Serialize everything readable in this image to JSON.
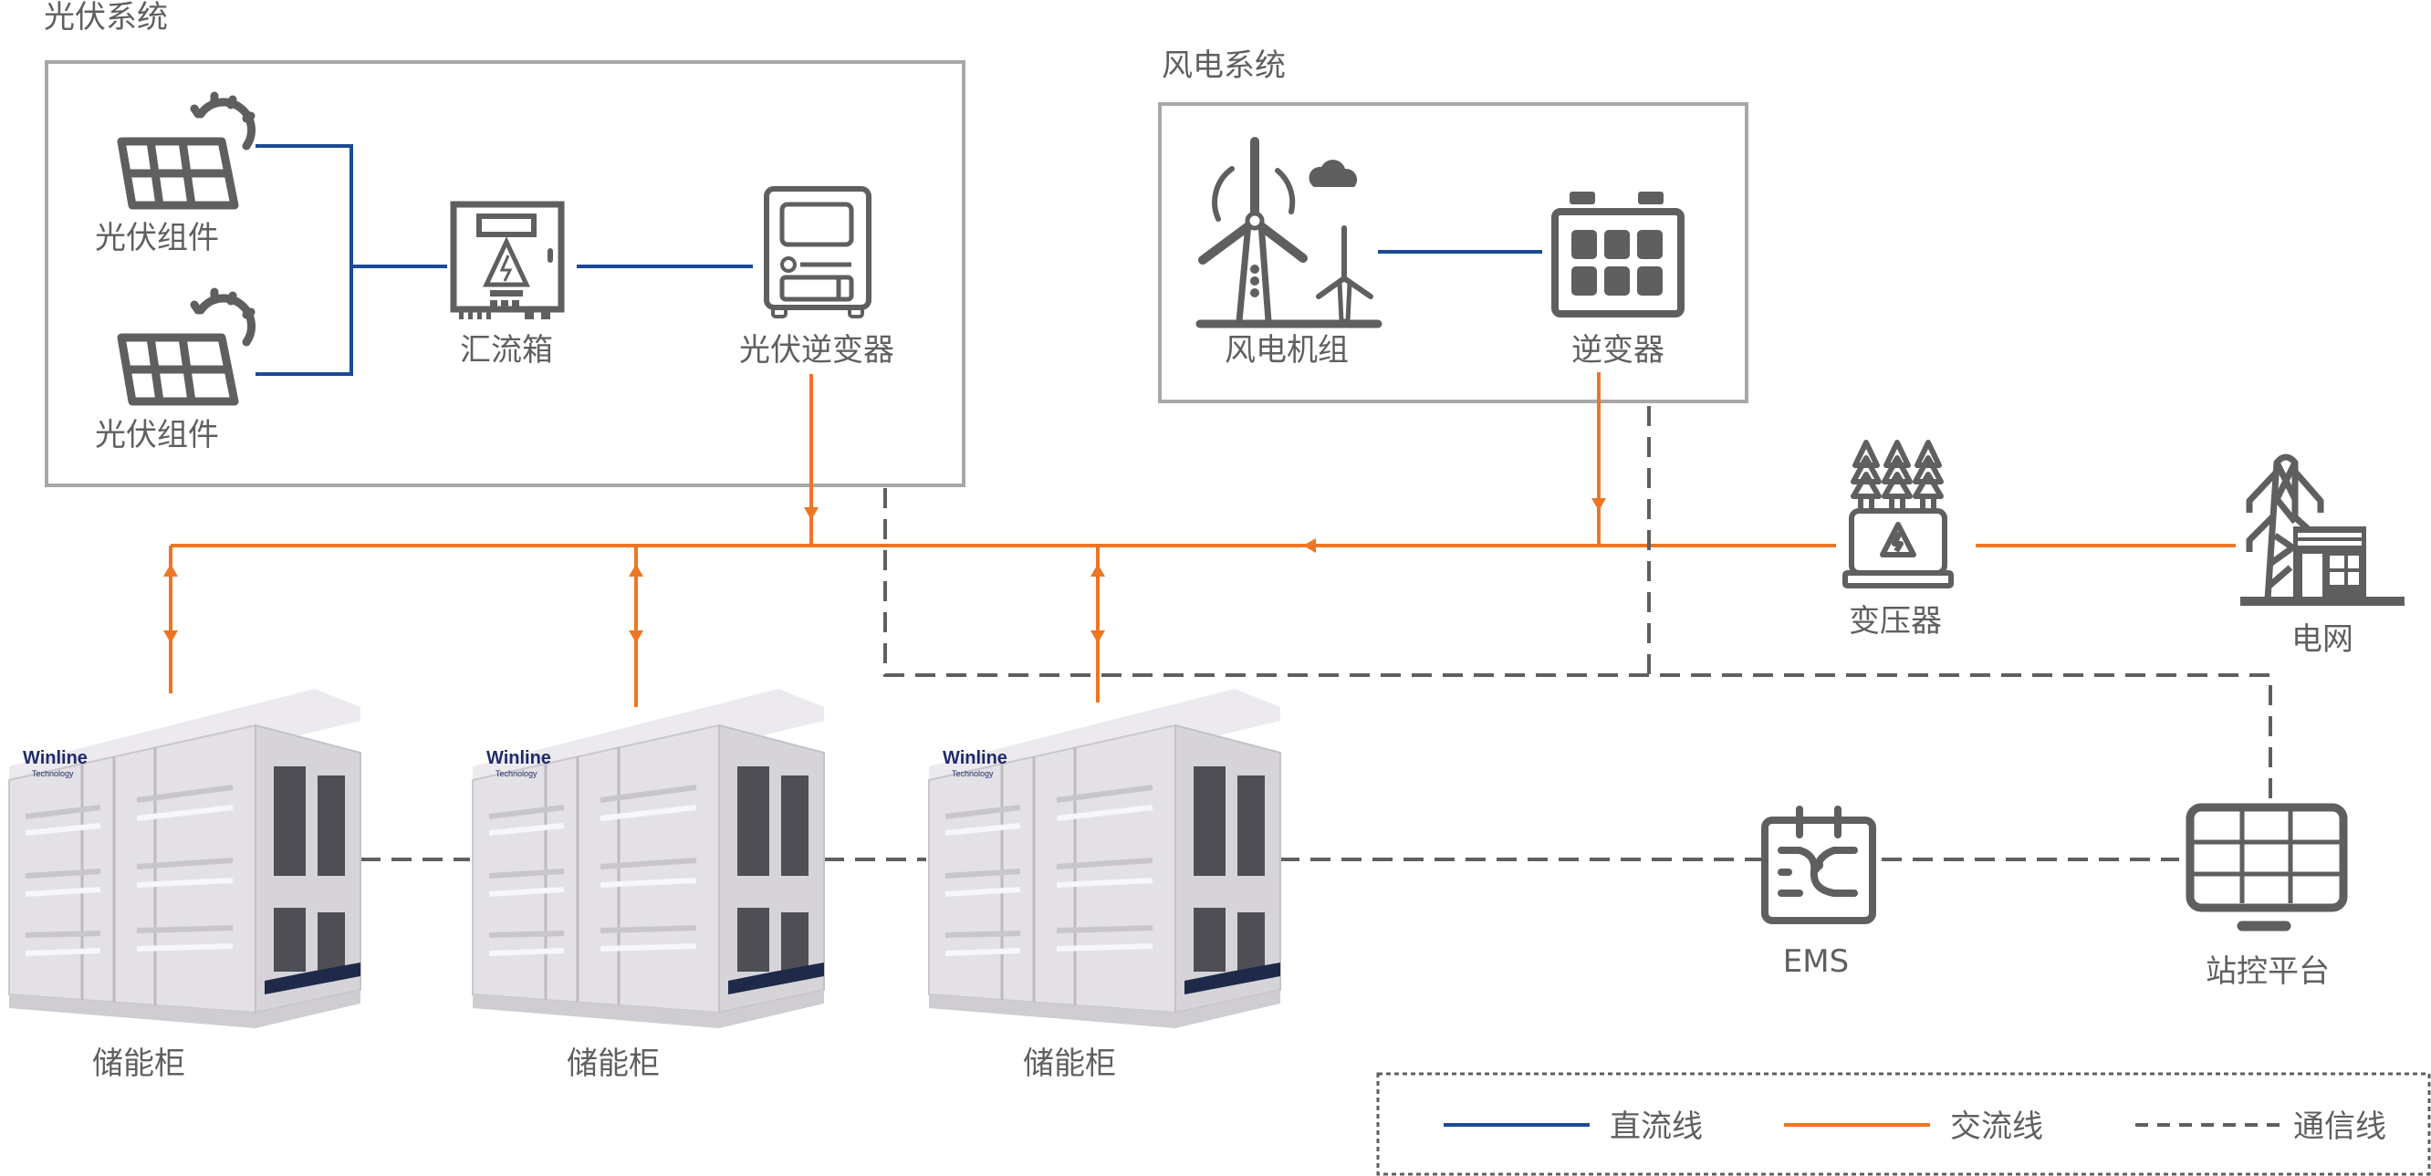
{
  "colors": {
    "dc_line": "#1a4a94",
    "ac_line": "#ee7623",
    "comm_line": "#5f5f5f",
    "icon": "#5f5f5f",
    "system_border": "#a8a8a8"
  },
  "pv_system": {
    "title": "光伏系统",
    "modules": [
      {
        "label": "光伏组件",
        "icon": "solar-panel-icon"
      },
      {
        "label": "光伏组件",
        "icon": "solar-panel-icon"
      }
    ],
    "combiner_box": {
      "label": "汇流箱",
      "icon": "combiner-box-icon"
    },
    "inverter": {
      "label": "光伏逆变器",
      "icon": "pv-inverter-icon"
    }
  },
  "wind_system": {
    "title": "风电系统",
    "turbine": {
      "label": "风电机组",
      "icon": "wind-turbine-icon"
    },
    "inverter": {
      "label": "逆变器",
      "icon": "inverter-icon"
    }
  },
  "transformer": {
    "label": "变压器",
    "icon": "transformer-icon"
  },
  "grid": {
    "label": "电网",
    "icon": "power-grid-icon"
  },
  "storage_cabinets": [
    {
      "label": "储能柜",
      "brand": "Winline",
      "brand_sub": "Technology"
    },
    {
      "label": "储能柜",
      "brand": "Winline",
      "brand_sub": "Technology"
    },
    {
      "label": "储能柜",
      "brand": "Winline",
      "brand_sub": "Technology"
    }
  ],
  "ems": {
    "label": "EMS",
    "icon": "ems-icon"
  },
  "station_control": {
    "label": "站控平台",
    "icon": "monitor-icon"
  },
  "legend": {
    "items": [
      {
        "label": "直流线",
        "style": "solid-blue"
      },
      {
        "label": "交流线",
        "style": "solid-orange"
      },
      {
        "label": "通信线",
        "style": "dashed-gray"
      }
    ]
  }
}
